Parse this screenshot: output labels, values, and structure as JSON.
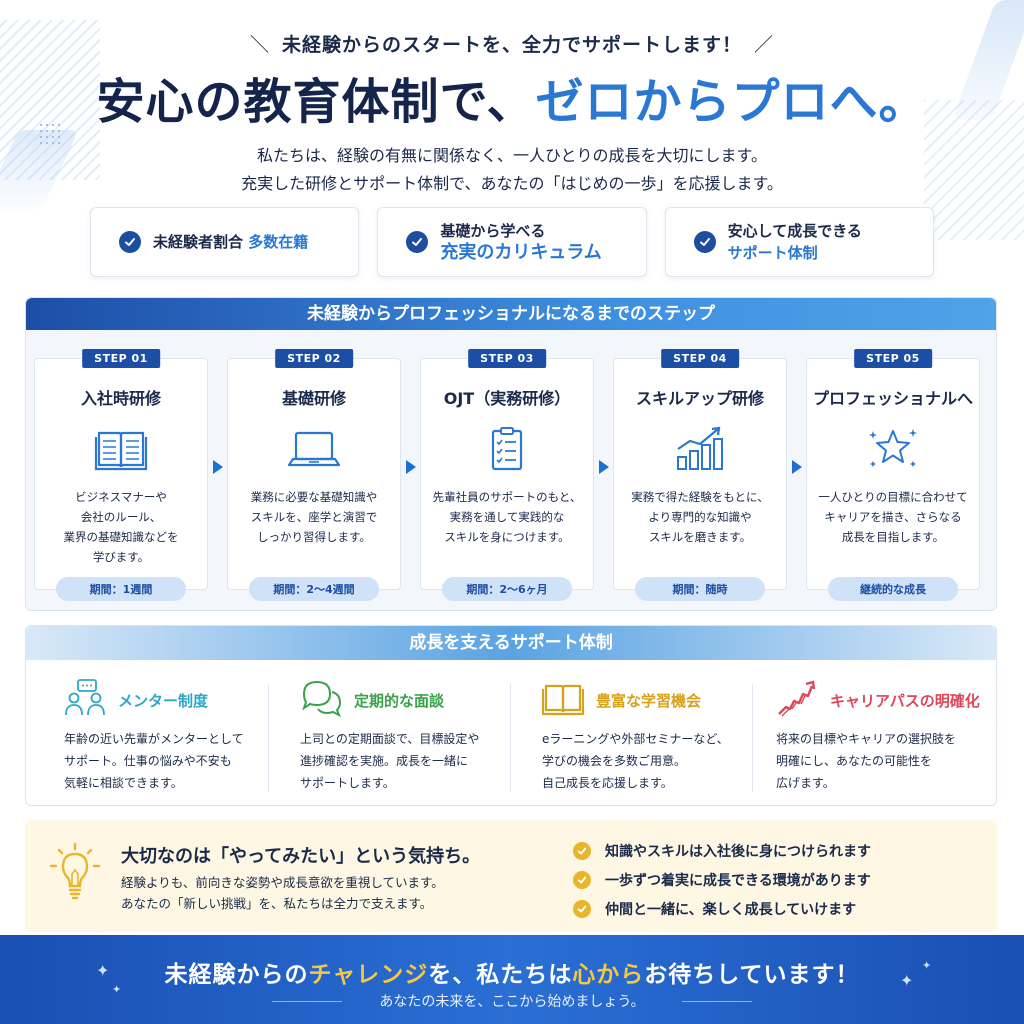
{
  "header": {
    "tagline": "未経験からのスタートを、全力でサポートします！",
    "tagline_slash_left": "＼",
    "tagline_slash_right": "／",
    "headline_main": "安心の教育体制で、",
    "headline_accent": "ゼロからプロへ。",
    "lead_line1": "私たちは、経験の有無に関係なく、一人ひとりの成長を大切にします。",
    "lead_line2": "充実した研修とサポート体制で、あなたの「はじめの一歩」を応援します。"
  },
  "features": [
    {
      "text1": "未経験者割合 ",
      "text1_accent": "多数在籍",
      "text2": ""
    },
    {
      "text1": "基礎から学べる",
      "text1_accent": "",
      "text2": "充実のカリキュラム"
    },
    {
      "text1": "安心して成長できる",
      "text1_accent": "",
      "text2": "サポート体制"
    }
  ],
  "steps_section": {
    "title": "未経験からプロフェッショナルになるまでのステップ",
    "steps": [
      {
        "badge": "STEP 01",
        "title": "入社時研修",
        "icon": "book-icon",
        "desc": [
          "ビジネスマナーや",
          "会社のルール、",
          "業界の基礎知識などを",
          "学びます。"
        ],
        "period": "期間：1週間"
      },
      {
        "badge": "STEP 02",
        "title": "基礎研修",
        "icon": "laptop-icon",
        "desc": [
          "業務に必要な基礎知識や",
          "スキルを、座学と演習で",
          "しっかり習得します。"
        ],
        "period": "期間：2〜4週間"
      },
      {
        "badge": "STEP 03",
        "title": "OJT（実務研修）",
        "icon": "clipboard-icon",
        "desc": [
          "先輩社員のサポートのもと、",
          "実務を通して実践的な",
          "スキルを身につけます。"
        ],
        "period": "期間：2〜6ヶ月"
      },
      {
        "badge": "STEP 04",
        "title": "スキルアップ研修",
        "icon": "growth-chart-icon",
        "desc": [
          "実務で得た経験をもとに、",
          "より専門的な知識や",
          "スキルを磨きます。"
        ],
        "period": "期間：随時"
      },
      {
        "badge": "STEP 05",
        "title": "プロフェッショナルへ",
        "icon": "star-icon",
        "desc": [
          "一人ひとりの目標に合わせて",
          "キャリアを描き、さらなる",
          "成長を目指します。"
        ],
        "period": "継続的な成長"
      }
    ]
  },
  "support_section": {
    "title": "成長を支えるサポート体制",
    "items": [
      {
        "title": "メンター制度",
        "color": "#2fa7c9",
        "icon": "mentor-icon",
        "desc": [
          "年齢の近い先輩がメンターとして",
          "サポート。仕事の悩みや不安も",
          "気軽に相談できます。"
        ]
      },
      {
        "title": "定期的な面談",
        "color": "#3aa34a",
        "icon": "chat-bubbles-icon",
        "desc": [
          "上司との定期面談で、目標設定や",
          "進捗確認を実施。成長を一緒に",
          "サポートします。"
        ]
      },
      {
        "title": "豊富な学習機会",
        "color": "#d9a21b",
        "icon": "open-book-icon",
        "desc": [
          "eラーニングや外部セミナーなど、",
          "学びの機会を多数ご用意。",
          "自己成長を応援します。"
        ]
      },
      {
        "title": "キャリアパスの明確化",
        "color": "#e0465a",
        "icon": "career-stairs-icon",
        "desc": [
          "将来の目標やキャリアの選択肢を",
          "明確にし、あなたの可能性を",
          "広げます。"
        ]
      }
    ]
  },
  "mindset": {
    "title": "大切なのは「やってみたい」という気持ち。",
    "desc_line1": "経験よりも、前向きな姿勢や成長意欲を重視しています。",
    "desc_line2": "あなたの「新しい挑戦」を、私たちは全力で支えます。",
    "points": [
      "知識やスキルは入社後に身につけられます",
      "一歩ずつ着実に成長できる環境があります",
      "仲間と一緒に、楽しく成長していけます"
    ]
  },
  "footer": {
    "main_part1": "未経験からの",
    "main_gold1": "チャレンジ",
    "main_part2": "を、私たちは",
    "main_gold2": "心から",
    "main_part3": "お待ちしています！",
    "sub": "あなたの未来を、ここから始めましょう。"
  },
  "colors": {
    "navy": "#14244a",
    "accent_blue": "#2b78d4",
    "footer_gold": "#f6c741",
    "check_gold": "#e9b62b"
  }
}
